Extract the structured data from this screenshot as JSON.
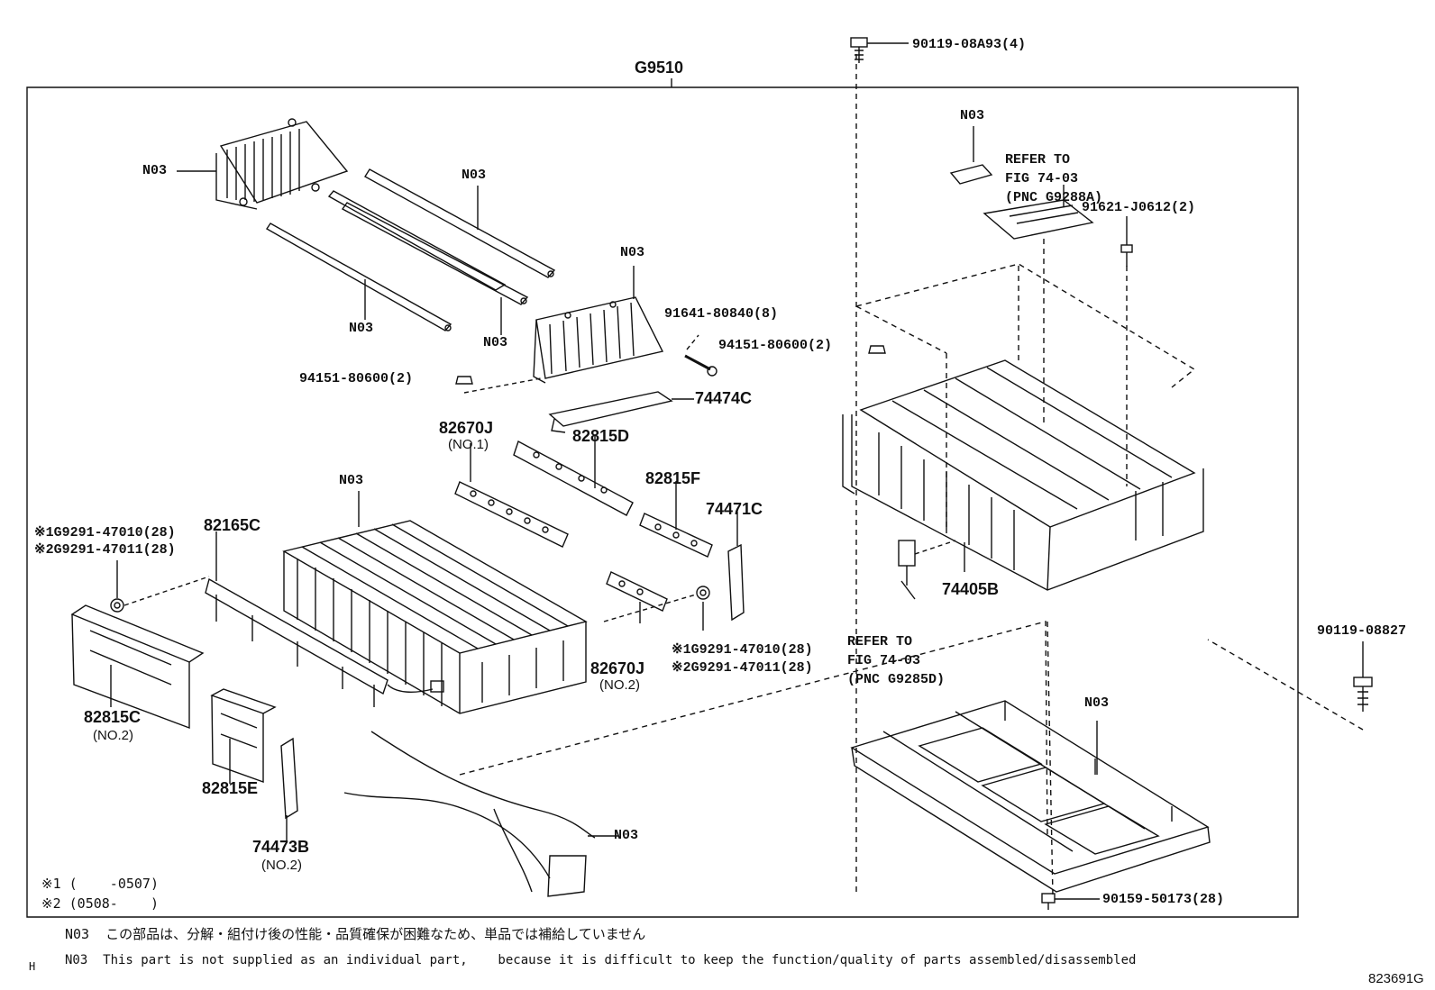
{
  "assembly": {
    "code": "G9510"
  },
  "labels": {
    "bolt_top": "90119-08A93(4)",
    "n03_filter": "N03",
    "n03_rod_top": "N03",
    "n03_rod_mid": "N03",
    "n03_rod_left": "N03",
    "n03_bracket": "N03",
    "n03_label": "N03",
    "n03_cells": "N03",
    "n03_tray": "N03",
    "n03_harness": "N03",
    "ref1_l1": "REFER TO",
    "ref1_l2": "FIG 74-03",
    "ref1_l3": "(PNC G9288A)",
    "p91621": "91621-J0612(2)",
    "p91641": "91641-80840(8)",
    "p94151_right": "94151-80600(2)",
    "p94151_left": "94151-80600(2)",
    "p74474C": "74474C",
    "p82670J_top": "82670J",
    "p82670J_top_sub": "(NO.1)",
    "p82815D": "82815D",
    "p82815F": "82815F",
    "p74471C": "74471C",
    "p82165C": "82165C",
    "nut_l1": "※1G9291-47010(28)",
    "nut_l2": "※2G9291-47011(28)",
    "nut_r1": "※1G9291-47010(28)",
    "nut_r2": "※2G9291-47011(28)",
    "p74405B": "74405B",
    "ref2_l1": "REFER TO",
    "ref2_l2": "FIG 74-03",
    "ref2_l3": "(PNC G9285D)",
    "p90119_right": "90119-08827",
    "p82670J_bot": "82670J",
    "p82670J_bot_sub": "(NO.2)",
    "p82815C": "82815C",
    "p82815C_sub": "(NO.2)",
    "p82815E": "82815E",
    "p74473B": "74473B",
    "p74473B_sub": "(NO.2)",
    "p90159": "90159-50173(28)"
  },
  "legend": {
    "l1": "※1 (    -0507)",
    "l2": "※2 (0508-    )"
  },
  "footnotes": {
    "jp": "N03  この部品は、分解・組付け後の性能・品質確保が困難なため、単品では補給していません",
    "en": "N03  This part is not supplied as an individual part,    because it is difficult to keep the function/quality of parts assembled/disassembled"
  },
  "corner_mark": "H",
  "figure_id": "823691G"
}
